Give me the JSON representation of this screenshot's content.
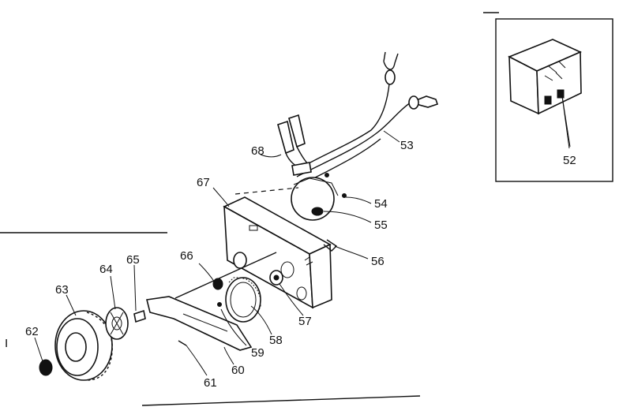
{
  "diagram": {
    "side_mark": "I",
    "callouts": [
      "52",
      "53",
      "54",
      "55",
      "56",
      "57",
      "58",
      "59",
      "60",
      "61",
      "62",
      "63",
      "64",
      "65",
      "66",
      "67",
      "68"
    ]
  }
}
